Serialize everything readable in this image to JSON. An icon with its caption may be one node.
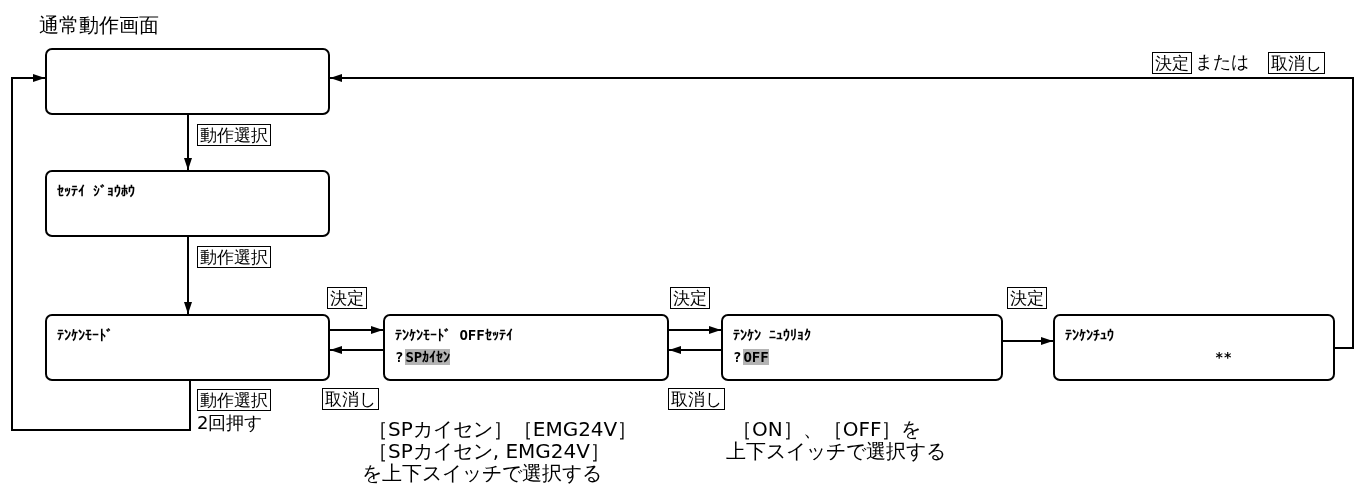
{
  "diagram": {
    "nodes": [
      {
        "text": [
          "通常動作画面"
        ]
      },
      {
        "text": [
          "ｾｯﾃｲ ｼﾞｮｳﾎｳ"
        ]
      },
      {
        "text": [
          "ﾃﾝｹﾝﾓｰﾄﾞ"
        ]
      },
      {
        "text": [
          "ﾃﾝｹﾝﾓｰﾄﾞ OFFｾｯﾃｲ",
          "?",
          "SPｶｲｾﾝ"
        ]
      },
      {
        "text": [
          "ﾃﾝｹﾝ ﾆｭｳﾘｮｸ",
          "?",
          "OFF"
        ]
      },
      {
        "text": [
          "ﾃﾝｹﾝﾁｭｳ",
          "**"
        ]
      }
    ],
    "edges": [
      {
        "from": 0,
        "to": 1,
        "arrow": "to",
        "label": "動作選択"
      },
      {
        "from": 1,
        "to": 2,
        "arrow": "to",
        "label": "動作選択"
      },
      {
        "from": 2,
        "to": 3,
        "arrow": "to",
        "label": "決定"
      },
      {
        "from": 3,
        "to": 2,
        "arrow": "to",
        "label": "取消し"
      },
      {
        "from": 3,
        "to": 4,
        "arrow": "to",
        "label": "決定"
      },
      {
        "from": 4,
        "to": 3,
        "arrow": "to",
        "label": "取消し"
      },
      {
        "from": 4,
        "to": 5,
        "arrow": "to",
        "label": "決定"
      },
      {
        "from": 5,
        "to": 0,
        "arrow": "to"
      },
      {
        "from": 2,
        "to": 0,
        "arrow": "to",
        "label": "動作選択"
      }
    ],
    "labels": [
      "決定",
      "または",
      "取消し",
      "2回押す",
      "［SPカイセン］［EMG24V］",
      "［SPカイセン, EMG24V］",
      "を上下スイッチで選択する",
      "［ON］、［OFF］を",
      "上下スイッチで選択する"
    ]
  }
}
